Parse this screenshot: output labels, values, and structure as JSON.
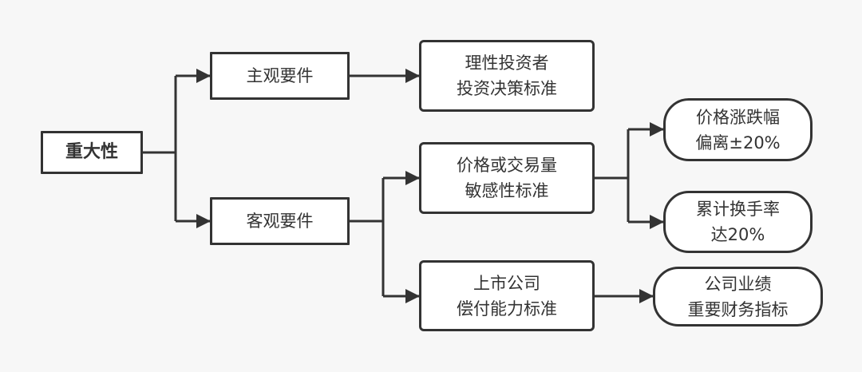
{
  "nodes": {
    "root": {
      "label": "重大性"
    },
    "subjective": {
      "label": "主观要件"
    },
    "objective": {
      "label": "客观要件"
    },
    "rational_investor": {
      "line1": "理性投资者",
      "line2": "投资决策标准"
    },
    "price_volume": {
      "line1": "价格或交易量",
      "line2": "敏感性标准"
    },
    "solvency": {
      "line1": "上市公司",
      "line2": "偿付能力标准"
    },
    "price_change": {
      "line1": "价格涨跌幅",
      "line2": "偏离±20%"
    },
    "turnover": {
      "line1": "累计换手率",
      "line2": "达20%"
    },
    "performance": {
      "line1": "公司业绩",
      "line2": "重要财务指标"
    }
  },
  "colors": {
    "background": "#f7f7f7",
    "stroke": "#333333",
    "node_fill": "#ffffff",
    "text": "#333333"
  }
}
